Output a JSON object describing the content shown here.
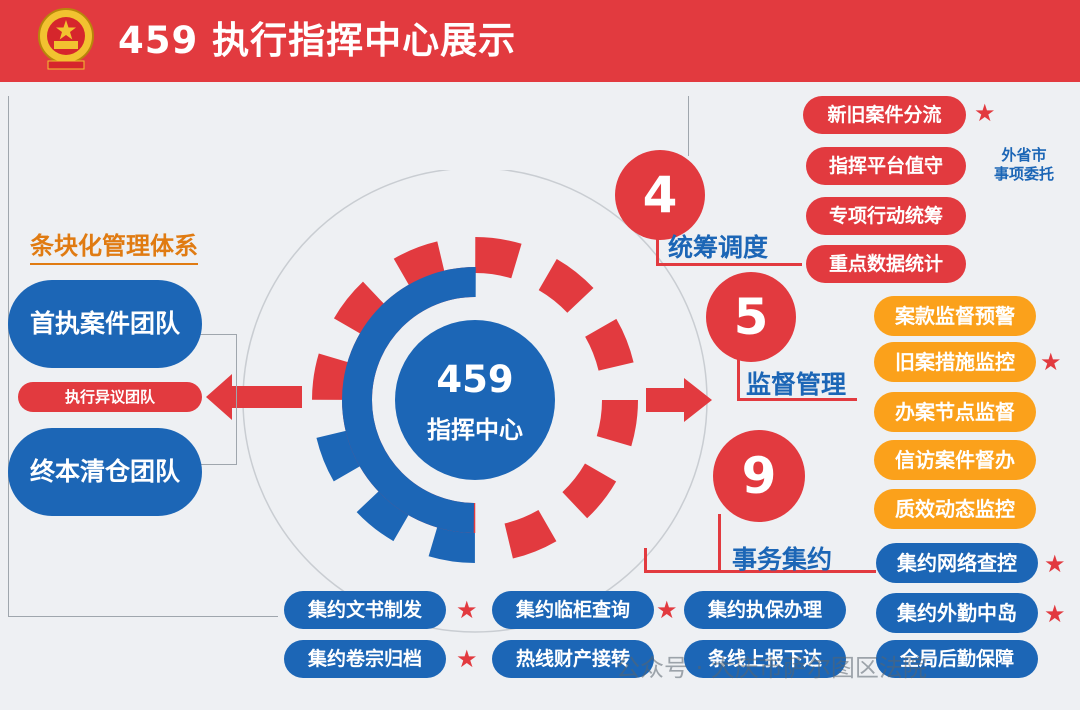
{
  "title": "459 执行指挥中心展示",
  "center": {
    "number": "459",
    "label": "指挥中心"
  },
  "left_panel": {
    "title": "条块化管理体系",
    "teams": [
      "首执案件团队",
      "执行异议团队",
      "终本清仓团队"
    ]
  },
  "groups": [
    {
      "number": "4",
      "category": "统筹调度",
      "items": [
        {
          "label": "新旧案件分流",
          "star": true
        },
        {
          "label": "指挥平台值守",
          "star": false
        },
        {
          "label": "专项行动统筹",
          "star": false
        },
        {
          "label": "重点数据统计",
          "star": false
        }
      ],
      "note": "外省市\n事项委托"
    },
    {
      "number": "5",
      "category": "监督管理",
      "items": [
        {
          "label": "案款监督预警",
          "star": false
        },
        {
          "label": "旧案措施监控",
          "star": true
        },
        {
          "label": "办案节点监督",
          "star": false
        },
        {
          "label": "信访案件督办",
          "star": false
        },
        {
          "label": "质效动态监控",
          "star": false
        }
      ]
    },
    {
      "number": "9",
      "category": "事务集约",
      "items_right": [
        {
          "label": "集约网络查控",
          "star": true
        },
        {
          "label": "集约外勤中岛",
          "star": true
        }
      ],
      "items_bottom_row1": [
        {
          "label": "集约文书制发",
          "star": true
        },
        {
          "label": "集约临柜查询",
          "star": true
        },
        {
          "label": "集约执保办理",
          "star": false
        }
      ],
      "items_bottom_row2": [
        {
          "label": "集约卷宗归档",
          "star": true
        },
        {
          "label": "热线财产接转",
          "star": false
        },
        {
          "label": "条线上报下达",
          "star": false
        },
        {
          "label": "全局后勤保障",
          "star": false
        }
      ]
    }
  ],
  "star_symbol": "★",
  "watermark": "公众号 · 大庆市萨尔图区法院",
  "colors": {
    "red": "#e23a3f",
    "blue": "#1c66b6",
    "orange": "#fba11b",
    "section_title": "#e07b12"
  }
}
